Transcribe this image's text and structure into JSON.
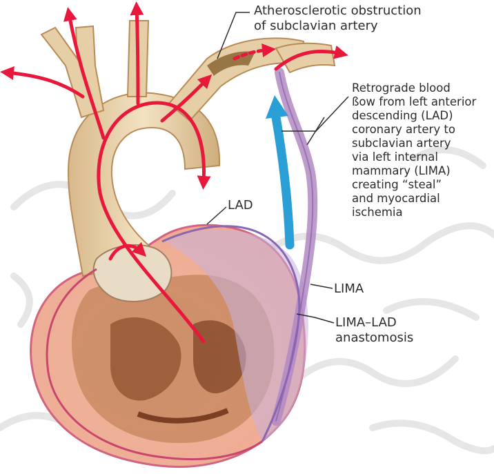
{
  "labels": {
    "obstruction": {
      "line1": "Atherosclerotic obstruction",
      "line2": "of subclavian artery"
    },
    "retrograde": {
      "lines": [
        "Retrograde blood",
        "ßow from left anterior",
        "descending (LAD)",
        "coronary artery to",
        "subclavian artery",
        "via left internal",
        "mammary (LIMA)",
        "creating “steal”",
        "and myocardial",
        "ischemia"
      ]
    },
    "lad": "LAD",
    "lima": "LIMA",
    "anastomosis": {
      "line1": "LIMA–LAD",
      "line2": "anastomosis"
    }
  },
  "colors": {
    "arterial_flow": "#e8183c",
    "retrograde_flow": "#2a9fd6",
    "lima_graft": "#b38ac4",
    "aorta_tissue": "#e6cfa6",
    "heart_muscle": "#c98a63",
    "pericardium": "#f2a58c",
    "leader_line": "#2b2b2b"
  }
}
